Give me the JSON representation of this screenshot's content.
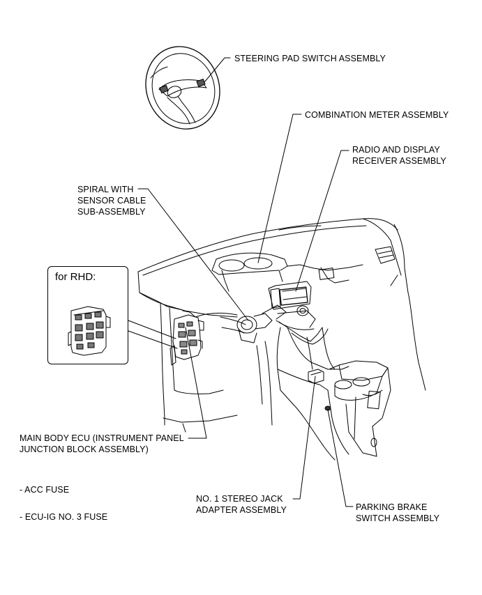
{
  "labels": {
    "steering_pad": "STEERING PAD SWITCH ASSEMBLY",
    "combination_meter": "COMBINATION METER ASSEMBLY",
    "radio_display": [
      "RADIO AND DISPLAY",
      "RECEIVER ASSEMBLY"
    ],
    "spiral_cable": [
      "SPIRAL WITH",
      "SENSOR CABLE",
      "SUB-ASSEMBLY"
    ],
    "main_body_ecu": [
      "MAIN BODY ECU (INSTRUMENT PANEL",
      "JUNCTION BLOCK ASSEMBLY)"
    ],
    "acc_fuse": "- ACC FUSE",
    "ecu_ig_fuse": "- ECU-IG NO. 3 FUSE",
    "stereo_jack": [
      "NO. 1 STEREO JACK",
      "ADAPTER ASSEMBLY"
    ],
    "parking_brake": [
      "PARKING BRAKE",
      "SWITCH ASSEMBLY"
    ]
  },
  "inset": {
    "title": "for RHD:"
  }
}
